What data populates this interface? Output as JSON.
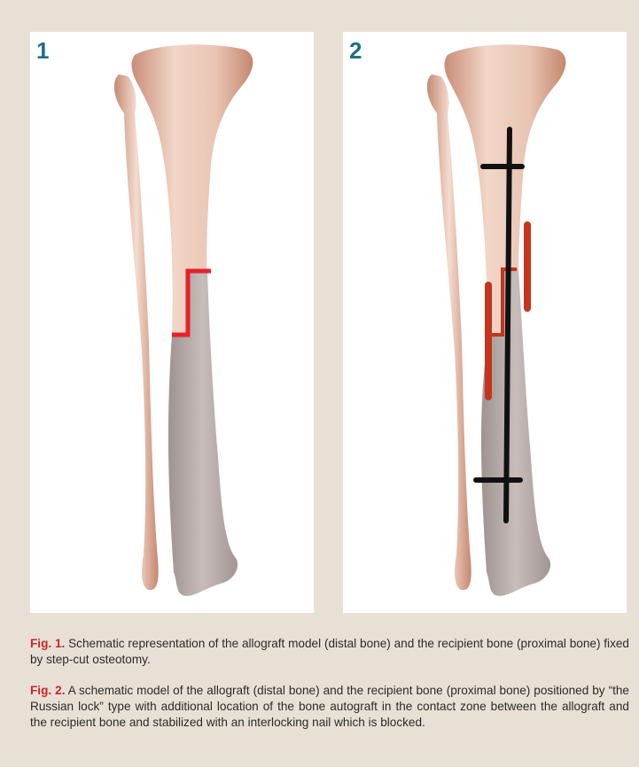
{
  "panels": [
    {
      "number": "1"
    },
    {
      "number": "2"
    }
  ],
  "captions": [
    {
      "label": "Fig. 1.",
      "text": " Schematic representation of the allograft model (distal bone) and the recipient bone (proximal bone) fixed by step-cut osteotomy."
    },
    {
      "label": "Fig. 2.",
      "text": " A schematic model of the allograft (distal bone) and the recipient bone (proximal bone) positioned by “the Russian lock” type with additional location of the bone autograft in the contact zone between the allograft and the recipient bone and stabilized with an interlocking nail which is blocked."
    }
  ],
  "colors": {
    "background": "#e9e0d5",
    "panel_number": "#1c6f86",
    "caption_label": "#c82432",
    "osteotomy_line": "#e8202a",
    "autograft": "#c5341c",
    "nail": "#111111",
    "bone": "#e7c1ae",
    "allograft": "#b5a9a5"
  }
}
